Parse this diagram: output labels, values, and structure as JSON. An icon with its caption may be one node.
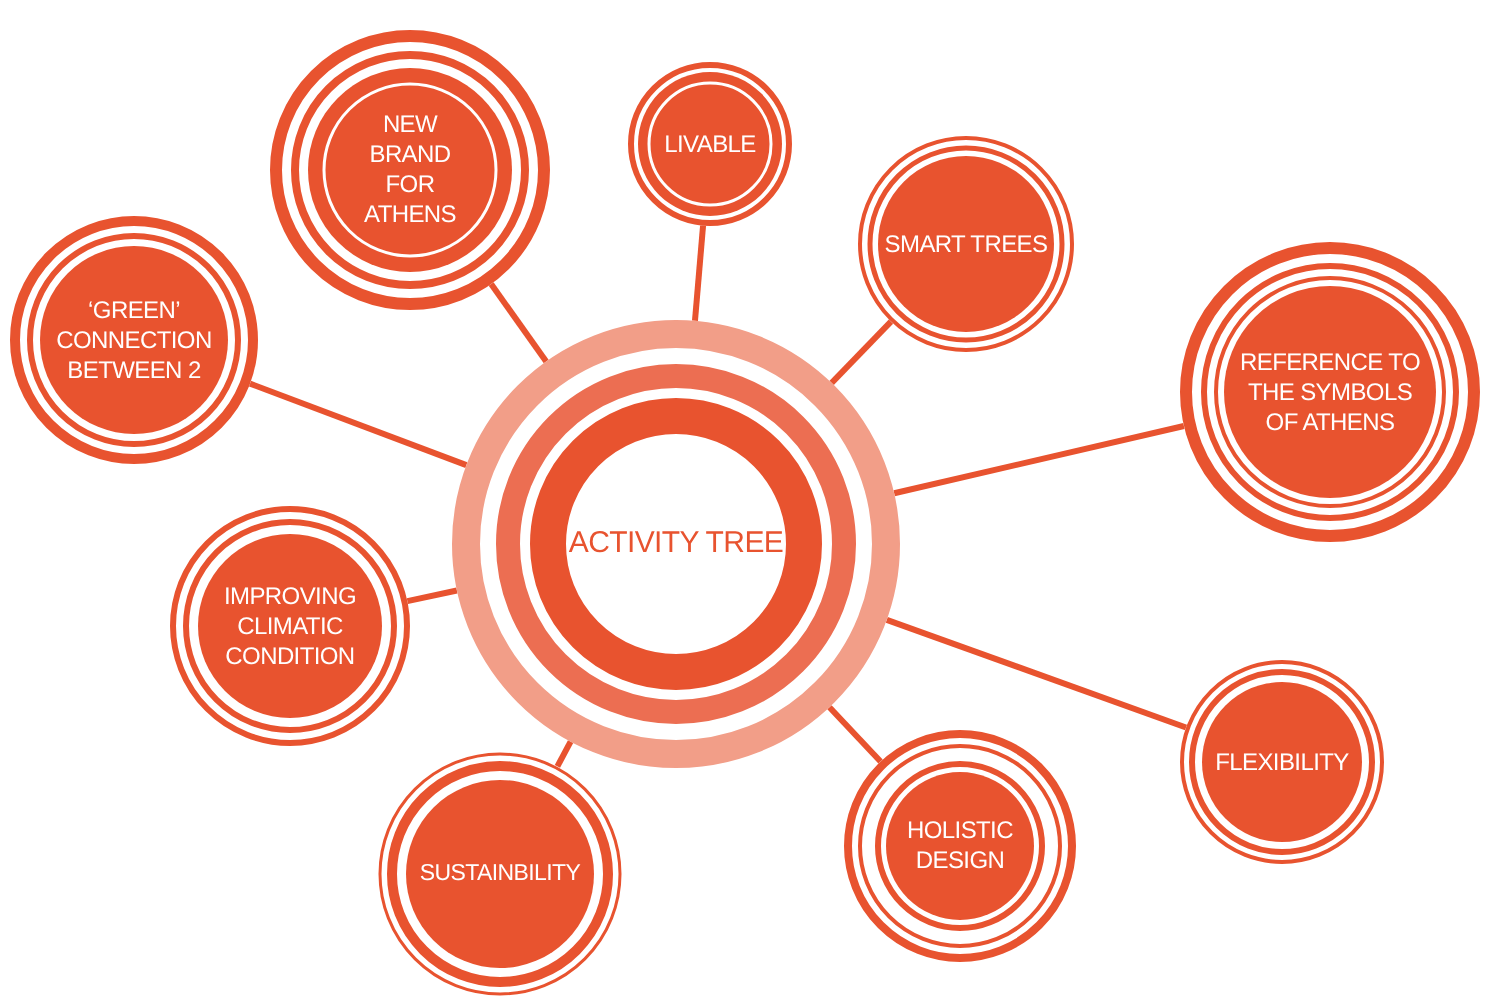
{
  "diagram": {
    "nodes": [
      {
        "text": [
          "ACTIVITY TREE"
        ]
      },
      {
        "text": [
          "NEW BRAND FOR ATHENS"
        ]
      },
      {
        "text": [
          "LIVABLE"
        ]
      },
      {
        "text": [
          "‘GREEN’ CONNECTION BETWEEN 2"
        ]
      },
      {
        "text": [
          "SMART TREES"
        ]
      },
      {
        "text": [
          "REFERENCE TO THE SYMBOLS OF ATHENS"
        ]
      },
      {
        "text": [
          "IMPROVING CLIMATIC CONDITION"
        ]
      },
      {
        "text": [
          "SUSTAINBILITY"
        ]
      },
      {
        "text": [
          "HOLISTIC DESIGN"
        ]
      },
      {
        "text": [
          "FLEXIBILITY"
        ]
      }
    ],
    "edges": [
      {
        "from": 0,
        "to": 1,
        "arrow": "none"
      },
      {
        "from": 0,
        "to": 2,
        "arrow": "none"
      },
      {
        "from": 0,
        "to": 3,
        "arrow": "none"
      },
      {
        "from": 0,
        "to": 4,
        "arrow": "none"
      },
      {
        "from": 0,
        "to": 5,
        "arrow": "none"
      },
      {
        "from": 0,
        "to": 6,
        "arrow": "none"
      },
      {
        "from": 0,
        "to": 7,
        "arrow": "none"
      },
      {
        "from": 0,
        "to": 8,
        "arrow": "none"
      },
      {
        "from": 0,
        "to": 9,
        "arrow": "none"
      }
    ]
  }
}
